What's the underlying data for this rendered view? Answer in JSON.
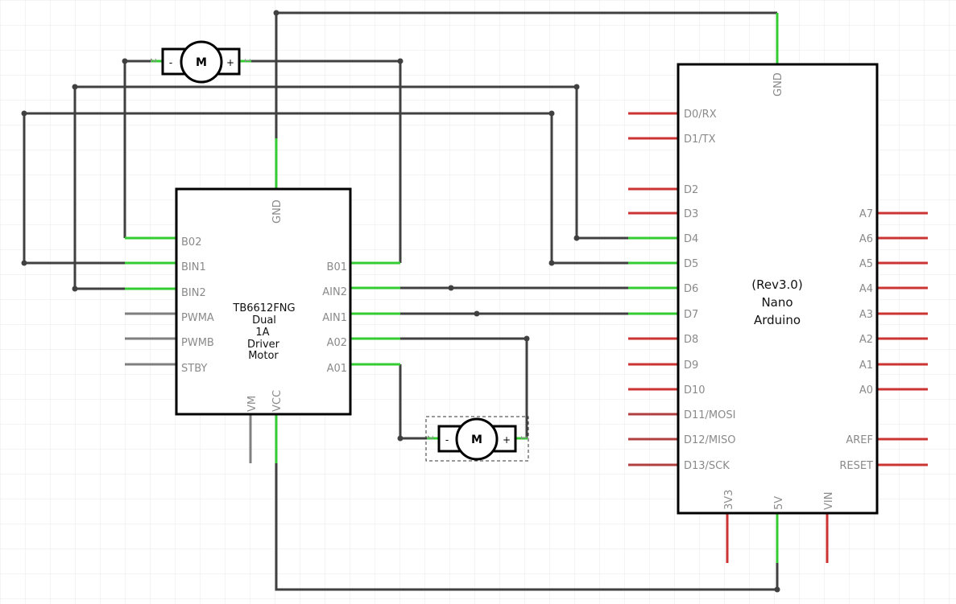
{
  "colors": {
    "grid": "#e9e9e9",
    "wire": "#404040",
    "pin_connected": "#33cc33",
    "pin_unconnected": "#cc3333",
    "pin_gray": "#7f7f7f",
    "part_outline": "#000000"
  },
  "driver": {
    "name_lines": [
      "TB6612FNG",
      "Dual",
      "1A",
      "Driver",
      "Motor"
    ],
    "pins": {
      "gnd": "GND",
      "b02": "B02",
      "bin1": "BIN1",
      "bin2": "BIN2",
      "pwma": "PWMA",
      "pwmb": "PWMB",
      "stby": "STBY",
      "b01": "B01",
      "ain2": "AIN2",
      "ain1": "AIN1",
      "a02": "A02",
      "a01": "A01",
      "vm": "VM",
      "vcc": "VCC"
    }
  },
  "arduino": {
    "name_lines": [
      "(Rev3.0)",
      "Nano",
      "Arduino"
    ],
    "gnd": "GND",
    "left_pins": [
      "D0/RX",
      "D1/TX",
      "D2",
      "D3",
      "D4",
      "D5",
      "D6",
      "D7",
      "D8",
      "D9",
      "D10",
      "D11/MOSI",
      "D12/MISO",
      "D13/SCK"
    ],
    "right_pins": [
      "A7",
      "A6",
      "A5",
      "A4",
      "A3",
      "A2",
      "A1",
      "A0",
      "AREF",
      "RESET"
    ],
    "bottom_pins": [
      "3V3",
      "5V",
      "VIN"
    ]
  },
  "motor_top": {
    "symbol": "M",
    "minus": "-",
    "plus": "+",
    "pin_left": "2",
    "pin_right": "1"
  },
  "motor_bottom": {
    "symbol": "M",
    "minus": "-",
    "plus": "+",
    "pin_left": "2",
    "pin_right": "1"
  }
}
